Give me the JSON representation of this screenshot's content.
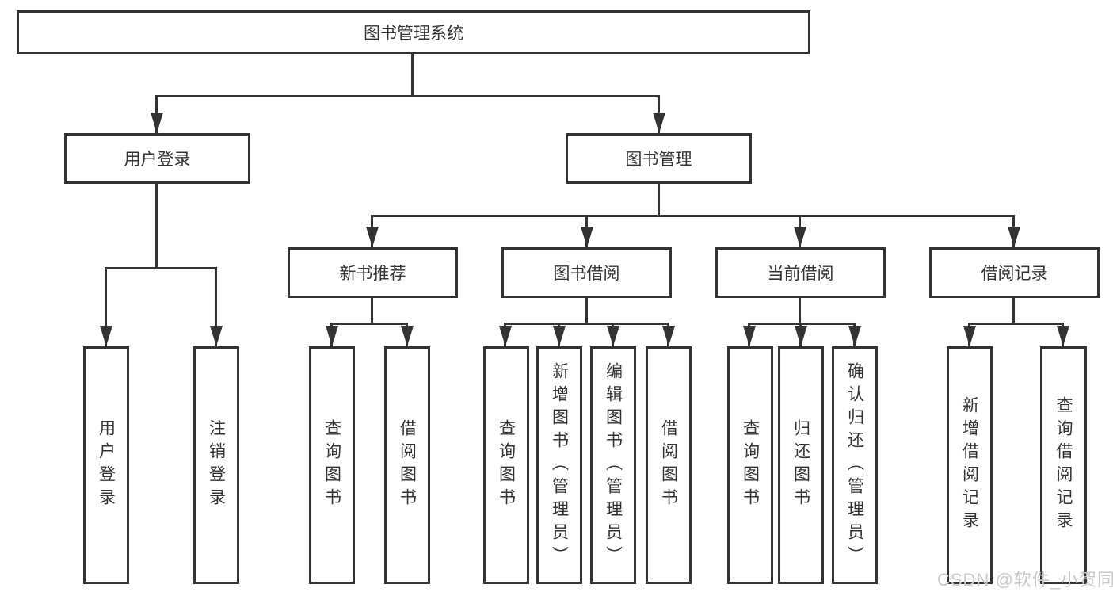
{
  "diagram": {
    "root": {
      "label": "图书管理系统"
    },
    "level2": [
      {
        "label": "用户登录"
      },
      {
        "label": "图书管理"
      }
    ],
    "level3": [
      {
        "label": "新书推荐"
      },
      {
        "label": "图书借阅"
      },
      {
        "label": "当前借阅"
      },
      {
        "label": "借阅记录"
      }
    ],
    "leaves": {
      "user_login": [
        "用户登录",
        "注销登录"
      ],
      "new_books": [
        "查询图书",
        "借阅图书"
      ],
      "book_borrow": [
        "查询图书",
        "新增图书（管理员）",
        "编辑图书（管理员）",
        "借阅图书"
      ],
      "current_borrow": [
        "查询图书",
        "归还图书",
        "确认归还（管理员）"
      ],
      "borrow_records": [
        "新增借阅记录",
        "查询借阅记录"
      ]
    },
    "watermark": "CSDN @软件_小贺同学",
    "colors": {
      "line": "#333333",
      "text": "#333333",
      "box_background": "#ffffff",
      "watermark": "#c8c8c8",
      "background": "#ffffff"
    }
  }
}
